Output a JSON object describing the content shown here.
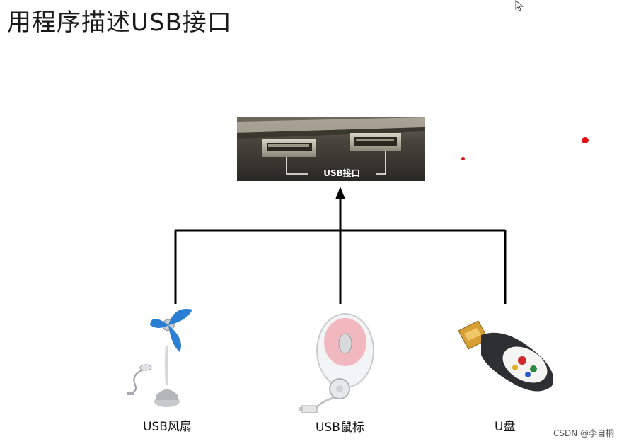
{
  "slide": {
    "title": "用程序描述USB接口"
  },
  "port": {
    "label": "USB接口",
    "icon": "usb-port-photo"
  },
  "devices": [
    {
      "label": "USB风扇",
      "icon": "usb-fan-icon"
    },
    {
      "label": "USB鼠标",
      "icon": "usb-mouse-icon"
    },
    {
      "label": "U盘",
      "icon": "usb-flash-drive-icon"
    }
  ],
  "watermark": "CSDN @李自桐",
  "colors": {
    "connector": "#000000",
    "annotation_dot": "#e01010",
    "fan_blade": "#2a7fd4",
    "mouse_shell": "#f2b8c0"
  }
}
